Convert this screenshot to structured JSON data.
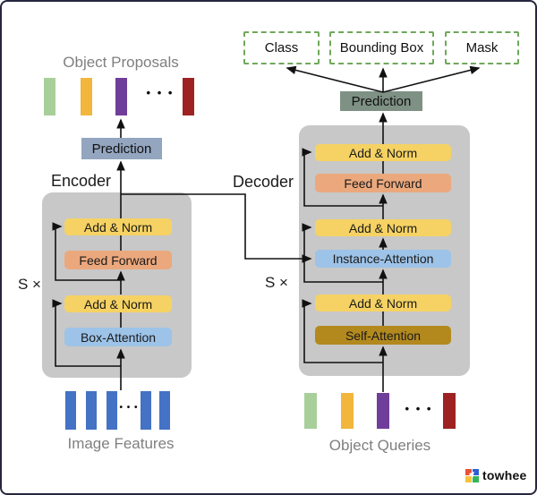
{
  "outputs": {
    "class_label": "Class",
    "bounding_box_label": "Bounding Box",
    "mask_label": "Mask"
  },
  "encoder": {
    "label": "Encoder",
    "repeat_label": "S ×",
    "prediction_label": "Prediction",
    "output_title": "Object Proposals",
    "input_title": "Image Features",
    "layers": [
      "Add & Norm",
      "Feed Forward",
      "Add & Norm",
      "Box-Attention"
    ]
  },
  "decoder": {
    "label": "Decoder",
    "repeat_label": "S ×",
    "prediction_label": "Prediction",
    "input_title": "Object Queries",
    "layers": [
      "Add & Norm",
      "Feed Forward",
      "Add & Norm",
      "Instance-Attention",
      "Add & Norm",
      "Self-Attention"
    ]
  },
  "ellipsis": "• • •",
  "ellipsis_small": "• • •",
  "logo": {
    "text": "towhee"
  },
  "colors": {
    "add_norm": "#f5d263",
    "feed_forward": "#eba87d",
    "attention_blue": "#9dc3e8",
    "self_attention": "#b3891e",
    "container_gray": "#c8c8c8",
    "prediction_encoder": "#93a5bf",
    "prediction_decoder": "#7e9184",
    "dashed_border_green": "#6fa85a",
    "bar_green": "#a8cf9a",
    "bar_yellow": "#f2b63d",
    "bar_purple": "#6f3e9a",
    "bar_red": "#9e2222",
    "bar_blue": "#4472c4"
  }
}
